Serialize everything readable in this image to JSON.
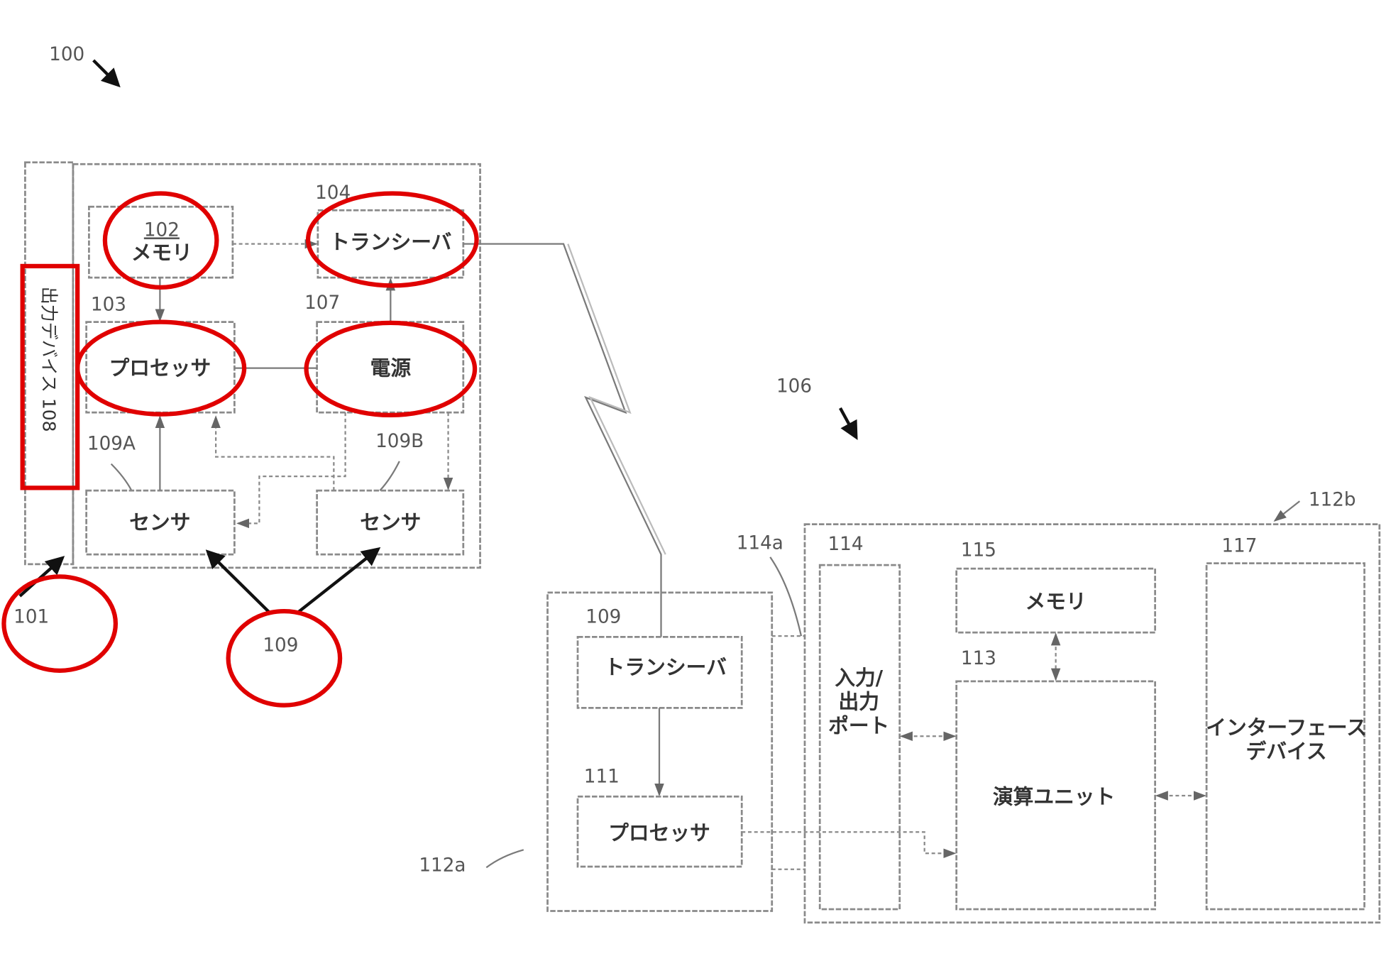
{
  "figure": {
    "ref_100": "100",
    "ref_101": "101",
    "ref_106": "106",
    "ref_109_sensors": "109",
    "device_100": {
      "output_device": "出力デバイス 108",
      "memory_ref": "102",
      "memory": "メモリ",
      "transceiver_ref": "104",
      "transceiver": "トランシーバ",
      "processor_ref": "103",
      "processor": "プロセッサ",
      "power_ref": "107",
      "power": "電源",
      "sensor_a_ref": "109A",
      "sensor_a": "センサ",
      "sensor_b_ref": "109B",
      "sensor_b": "センサ"
    },
    "device_112a": {
      "ref": "112a",
      "transceiver_ref": "109",
      "transceiver": "トランシーバ",
      "processor_ref": "111",
      "processor": "プロセッサ"
    },
    "device_112b": {
      "ref": "112b",
      "link_ref": "114a",
      "io_ref": "114",
      "io_line1": "入力/",
      "io_line2": "出力",
      "io_line3": "ポート",
      "memory_ref": "115",
      "memory": "メモリ",
      "compute_ref": "113",
      "compute": "演算ユニット",
      "interface_ref": "117",
      "interface_line1": "インターフェース",
      "interface_line2": "デバイス"
    }
  },
  "colors": {
    "annotation": "#e00000",
    "line": "#7a7a7a"
  }
}
